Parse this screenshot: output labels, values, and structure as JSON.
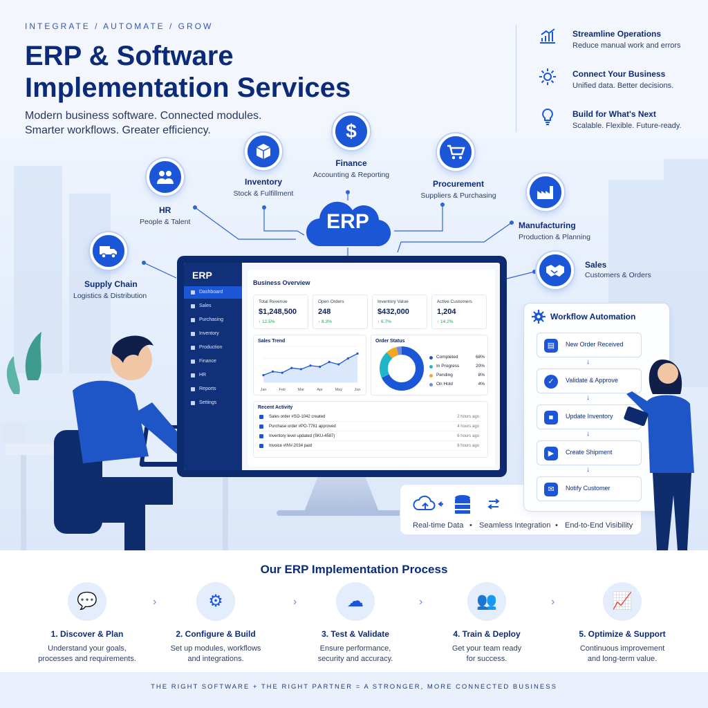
{
  "header": {
    "tagline": "INTEGRATE  /  AUTOMATE  /  GROW",
    "title_line1": "ERP & Software",
    "title_line2": "Implementation Services",
    "subtitle_line1": "Modern business software. Connected modules.",
    "subtitle_line2": "Smarter workflows. Greater efficiency."
  },
  "benefits": [
    {
      "icon": "chart-growth-icon",
      "title": "Streamline Operations",
      "desc": "Reduce manual work and errors"
    },
    {
      "icon": "gear-icon",
      "title": "Connect Your Business",
      "desc": "Unified data. Better decisions."
    },
    {
      "icon": "lightbulb-icon",
      "title": "Build for What's Next",
      "desc": "Scalable. Flexible. Future-ready."
    }
  ],
  "hub_label": "ERP",
  "modules": {
    "supply_chain": {
      "title": "Supply Chain",
      "desc": "Logistics & Distribution",
      "icon": "truck-icon"
    },
    "hr": {
      "title": "HR",
      "desc": "People & Talent",
      "icon": "people-icon"
    },
    "inventory": {
      "title": "Inventory",
      "desc": "Stock & Fulfillment",
      "icon": "box-icon"
    },
    "finance": {
      "title": "Finance",
      "desc": "Accounting & Reporting",
      "icon": "dollar-icon"
    },
    "procurement": {
      "title": "Procurement",
      "desc": "Suppliers & Purchasing",
      "icon": "cart-icon"
    },
    "manufacturing": {
      "title": "Manufacturing",
      "desc": "Production & Planning",
      "icon": "factory-icon"
    },
    "sales": {
      "title": "Sales",
      "desc": "Customers & Orders",
      "icon": "handshake-icon"
    }
  },
  "dashboard": {
    "logo": "ERP",
    "nav": [
      "Dashboard",
      "Sales",
      "Purchasing",
      "Inventory",
      "Production",
      "Finance",
      "HR",
      "Reports",
      "Settings"
    ],
    "overview_title": "Business Overview",
    "kpis": [
      {
        "label": "Total Revenue",
        "value": "$1,248,500",
        "change": "↑ 12.5%"
      },
      {
        "label": "Open Orders",
        "value": "248",
        "change": "↑ 8.3%"
      },
      {
        "label": "Inventory Value",
        "value": "$432,000",
        "change": "↑ 6.7%"
      },
      {
        "label": "Active Customers",
        "value": "1,204",
        "change": "↑ 14.2%"
      }
    ],
    "sales_trend_title": "Sales Trend",
    "order_status_title": "Order Status",
    "recent_activity_title": "Recent Activity",
    "activity": [
      {
        "text": "Sales order #SO-1042 created",
        "time": "2 hours ago"
      },
      {
        "text": "Purchase order #PO-7781 approved",
        "time": "4 hours ago"
      },
      {
        "text": "Inventory level updated (SKU-4587)",
        "time": "6 hours ago"
      },
      {
        "text": "Invoice #INV-2034 paid",
        "time": "8 hours ago"
      }
    ]
  },
  "chart_data": [
    {
      "type": "area",
      "title": "Sales Trend",
      "categories": [
        "Jan",
        "",
        "Feb",
        "",
        "Mar",
        "",
        "Apr",
        "",
        "May",
        "",
        "Jun"
      ],
      "x_labels": [
        "Jan",
        "Feb",
        "Mar",
        "Apr",
        "May",
        "Jun"
      ],
      "values": [
        12,
        18,
        16,
        24,
        22,
        28,
        26,
        34,
        30,
        40,
        48
      ],
      "ylim": [
        0,
        60
      ],
      "grid": true
    },
    {
      "type": "pie",
      "title": "Order Status",
      "donut": true,
      "categories": [
        "Completed",
        "In Progress",
        "Pending",
        "On Hold"
      ],
      "values": [
        68,
        20,
        8,
        4
      ],
      "labels": [
        "68%",
        "20%",
        "8%",
        "4%"
      ],
      "colors": [
        "#1a56d6",
        "#20b6c9",
        "#f4a524",
        "#6c8fd9"
      ]
    }
  ],
  "workflow": {
    "title": "Workflow Automation",
    "steps": [
      {
        "label": "New Order Received",
        "icon": "document-icon"
      },
      {
        "label": "Validate & Approve",
        "icon": "check-icon"
      },
      {
        "label": "Update Inventory",
        "icon": "box-icon"
      },
      {
        "label": "Create Shipment",
        "icon": "truck-icon"
      },
      {
        "label": "Notify Customer",
        "icon": "envelope-icon"
      }
    ]
  },
  "integration": {
    "labels": [
      "Real-time Data",
      "•",
      "Seamless Integration",
      "•",
      "End-to-End Visibility"
    ]
  },
  "process": {
    "title": "Our ERP Implementation Process",
    "steps": [
      {
        "title": "1.  Discover & Plan",
        "line1": "Understand your goals,",
        "line2": "processes and requirements.",
        "icon": "chat-icon"
      },
      {
        "title": "2.  Configure & Build",
        "line1": "Set up modules, workflows",
        "line2": "and integrations.",
        "icon": "gear-icon"
      },
      {
        "title": "3.  Test & Validate",
        "line1": "Ensure performance,",
        "line2": "security and accuracy.",
        "icon": "cloud-upload-icon"
      },
      {
        "title": "4.  Train & Deploy",
        "line1": "Get your team ready",
        "line2": "for success.",
        "icon": "team-icon"
      },
      {
        "title": "5.  Optimize & Support",
        "line1": "Continuous improvement",
        "line2": "and long-term value.",
        "icon": "chart-growth-icon"
      }
    ]
  },
  "footer": "THE RIGHT SOFTWARE   +   THE RIGHT PARTNER   =   A STRONGER, MORE CONNECTED BUSINESS",
  "colors": {
    "primary": "#1a56d6",
    "navy": "#0b2a78",
    "background": "#f3f7fd"
  }
}
